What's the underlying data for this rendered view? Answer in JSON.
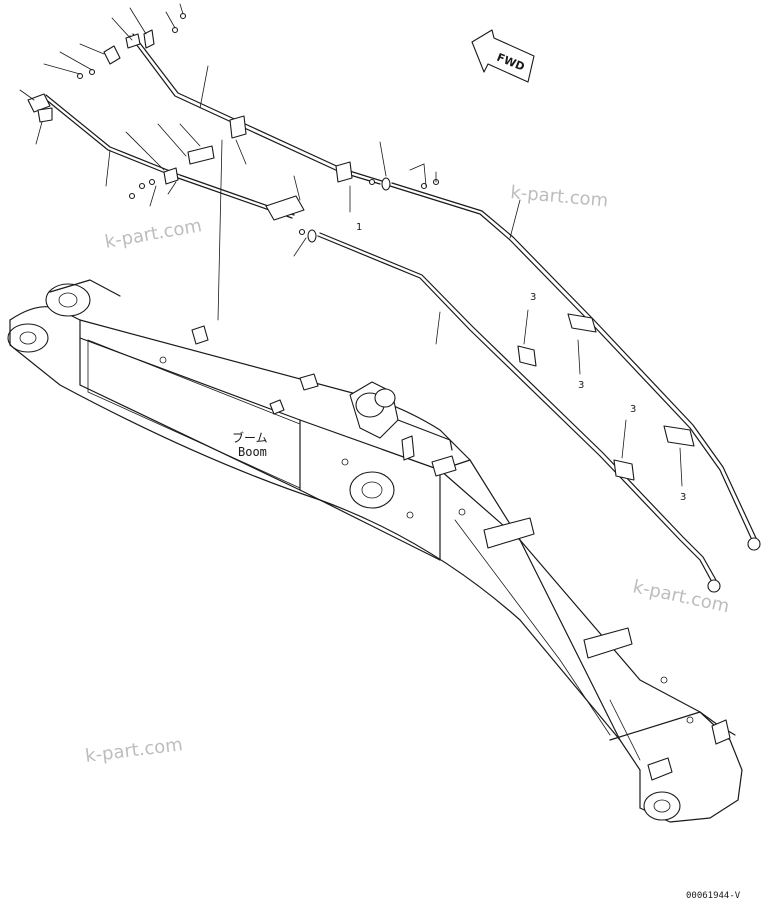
{
  "labels": {
    "boom_jp": "ブーム",
    "boom_en": "Boom",
    "fwd": "FWD",
    "drawing_code": "00061944-V"
  },
  "callouts": [
    "1",
    "3",
    "3",
    "3",
    "3"
  ],
  "watermark": "k-part.com"
}
